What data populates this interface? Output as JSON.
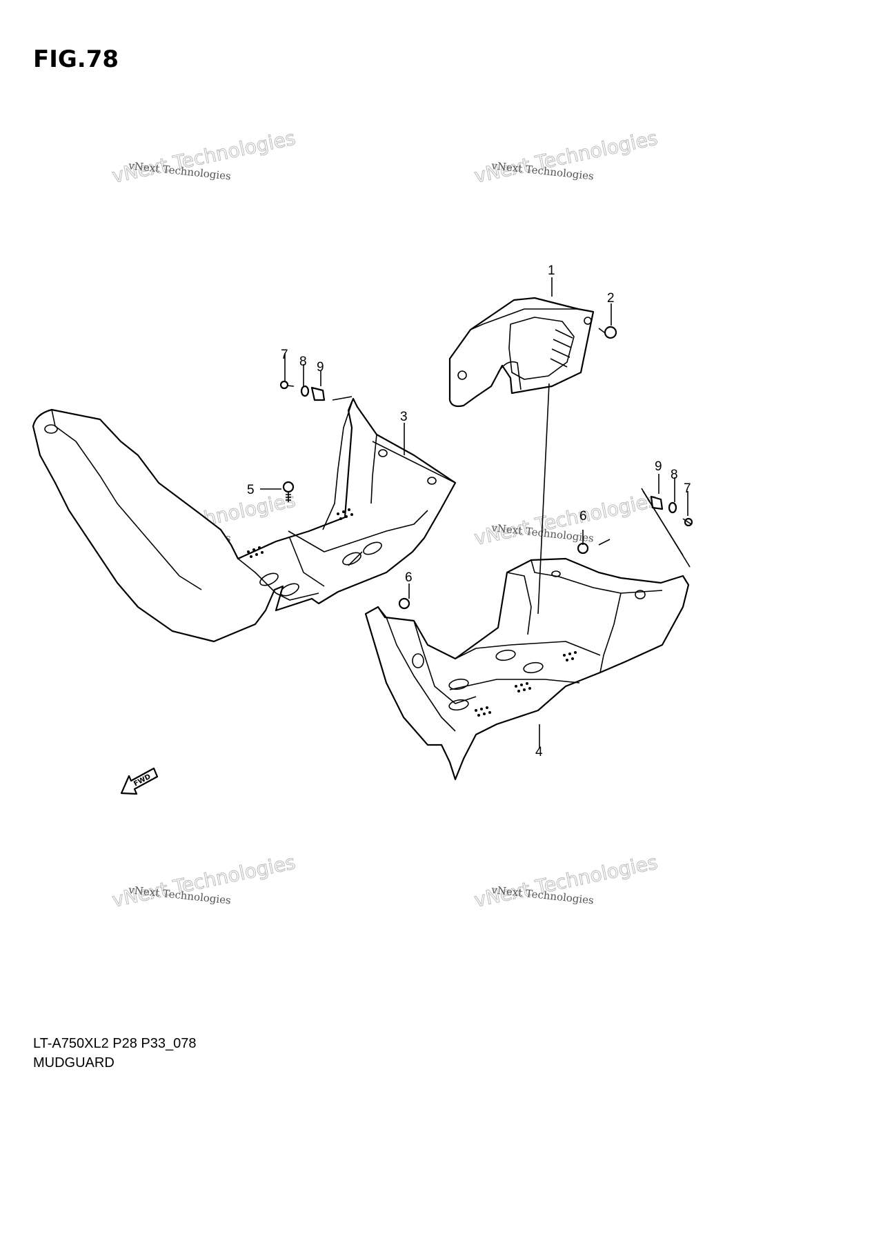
{
  "figure": {
    "title": "FIG.78",
    "model_code": "LT-A750XL2 P28 P33_078",
    "name": "MUDGUARD"
  },
  "watermarks": [
    {
      "big": "vNext Technologies",
      "small": "vNext Technologies"
    },
    {
      "big": "vNext Technologies",
      "small": "vNext Technologies"
    },
    {
      "big": "vNext Technologies",
      "small": "vNext Technologies"
    },
    {
      "big": "vNext Technologies",
      "small": "vNext Technologies"
    },
    {
      "big": "vNext Technologies",
      "small": "vNext Technologies"
    },
    {
      "big": "vNext Technologies",
      "small": "vNext Technologies"
    }
  ],
  "callouts": {
    "c1": "1",
    "c2": "2",
    "c3": "3",
    "c4": "4",
    "c5": "5",
    "c6a": "6",
    "c6b": "6",
    "c7a": "7",
    "c8a": "8",
    "c9a": "9",
    "c7b": "7",
    "c8b": "8",
    "c9b": "9"
  },
  "fwd_label": "FWD"
}
